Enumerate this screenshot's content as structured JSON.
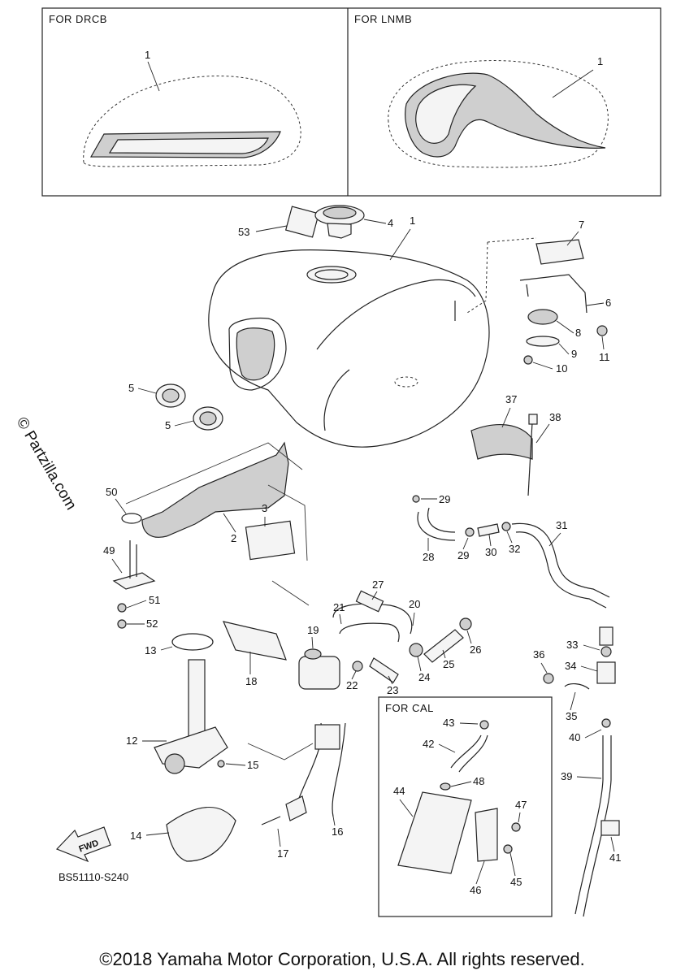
{
  "inset_boxes": [
    {
      "label": "FOR DRCB",
      "callout": "1"
    },
    {
      "label": "FOR LNMB",
      "callout": "1"
    }
  ],
  "for_cal_label": "FOR CAL",
  "callouts": [
    {
      "id": "c1",
      "text": "1"
    },
    {
      "id": "c2",
      "text": "2"
    },
    {
      "id": "c3",
      "text": "3"
    },
    {
      "id": "c4",
      "text": "4"
    },
    {
      "id": "c5a",
      "text": "5"
    },
    {
      "id": "c5b",
      "text": "5"
    },
    {
      "id": "c6",
      "text": "6"
    },
    {
      "id": "c7",
      "text": "7"
    },
    {
      "id": "c8",
      "text": "8"
    },
    {
      "id": "c9",
      "text": "9"
    },
    {
      "id": "c10",
      "text": "10"
    },
    {
      "id": "c11",
      "text": "11"
    },
    {
      "id": "c12",
      "text": "12"
    },
    {
      "id": "c13",
      "text": "13"
    },
    {
      "id": "c14",
      "text": "14"
    },
    {
      "id": "c15",
      "text": "15"
    },
    {
      "id": "c16",
      "text": "16"
    },
    {
      "id": "c17",
      "text": "17"
    },
    {
      "id": "c18",
      "text": "18"
    },
    {
      "id": "c19",
      "text": "19"
    },
    {
      "id": "c20",
      "text": "20"
    },
    {
      "id": "c21",
      "text": "21"
    },
    {
      "id": "c22",
      "text": "22"
    },
    {
      "id": "c23",
      "text": "23"
    },
    {
      "id": "c24",
      "text": "24"
    },
    {
      "id": "c25",
      "text": "25"
    },
    {
      "id": "c26",
      "text": "26"
    },
    {
      "id": "c27",
      "text": "27"
    },
    {
      "id": "c28",
      "text": "28"
    },
    {
      "id": "c29a",
      "text": "29"
    },
    {
      "id": "c29b",
      "text": "29"
    },
    {
      "id": "c30",
      "text": "30"
    },
    {
      "id": "c31",
      "text": "31"
    },
    {
      "id": "c32",
      "text": "32"
    },
    {
      "id": "c33",
      "text": "33"
    },
    {
      "id": "c34",
      "text": "34"
    },
    {
      "id": "c35",
      "text": "35"
    },
    {
      "id": "c36",
      "text": "36"
    },
    {
      "id": "c37",
      "text": "37"
    },
    {
      "id": "c38",
      "text": "38"
    },
    {
      "id": "c39",
      "text": "39"
    },
    {
      "id": "c40",
      "text": "40"
    },
    {
      "id": "c41",
      "text": "41"
    },
    {
      "id": "c42",
      "text": "42"
    },
    {
      "id": "c43",
      "text": "43"
    },
    {
      "id": "c44",
      "text": "44"
    },
    {
      "id": "c45",
      "text": "45"
    },
    {
      "id": "c46",
      "text": "46"
    },
    {
      "id": "c47",
      "text": "47"
    },
    {
      "id": "c48",
      "text": "48"
    },
    {
      "id": "c49",
      "text": "49"
    },
    {
      "id": "c50",
      "text": "50"
    },
    {
      "id": "c51",
      "text": "51"
    },
    {
      "id": "c52",
      "text": "52"
    },
    {
      "id": "c53",
      "text": "53"
    }
  ],
  "fwd_label": "FWD",
  "diagram_code": "BS51110-S240",
  "watermark": "© Partzilla.com",
  "footer": "©2018 Yamaha Motor Corporation, U.S.A. All rights reserved."
}
